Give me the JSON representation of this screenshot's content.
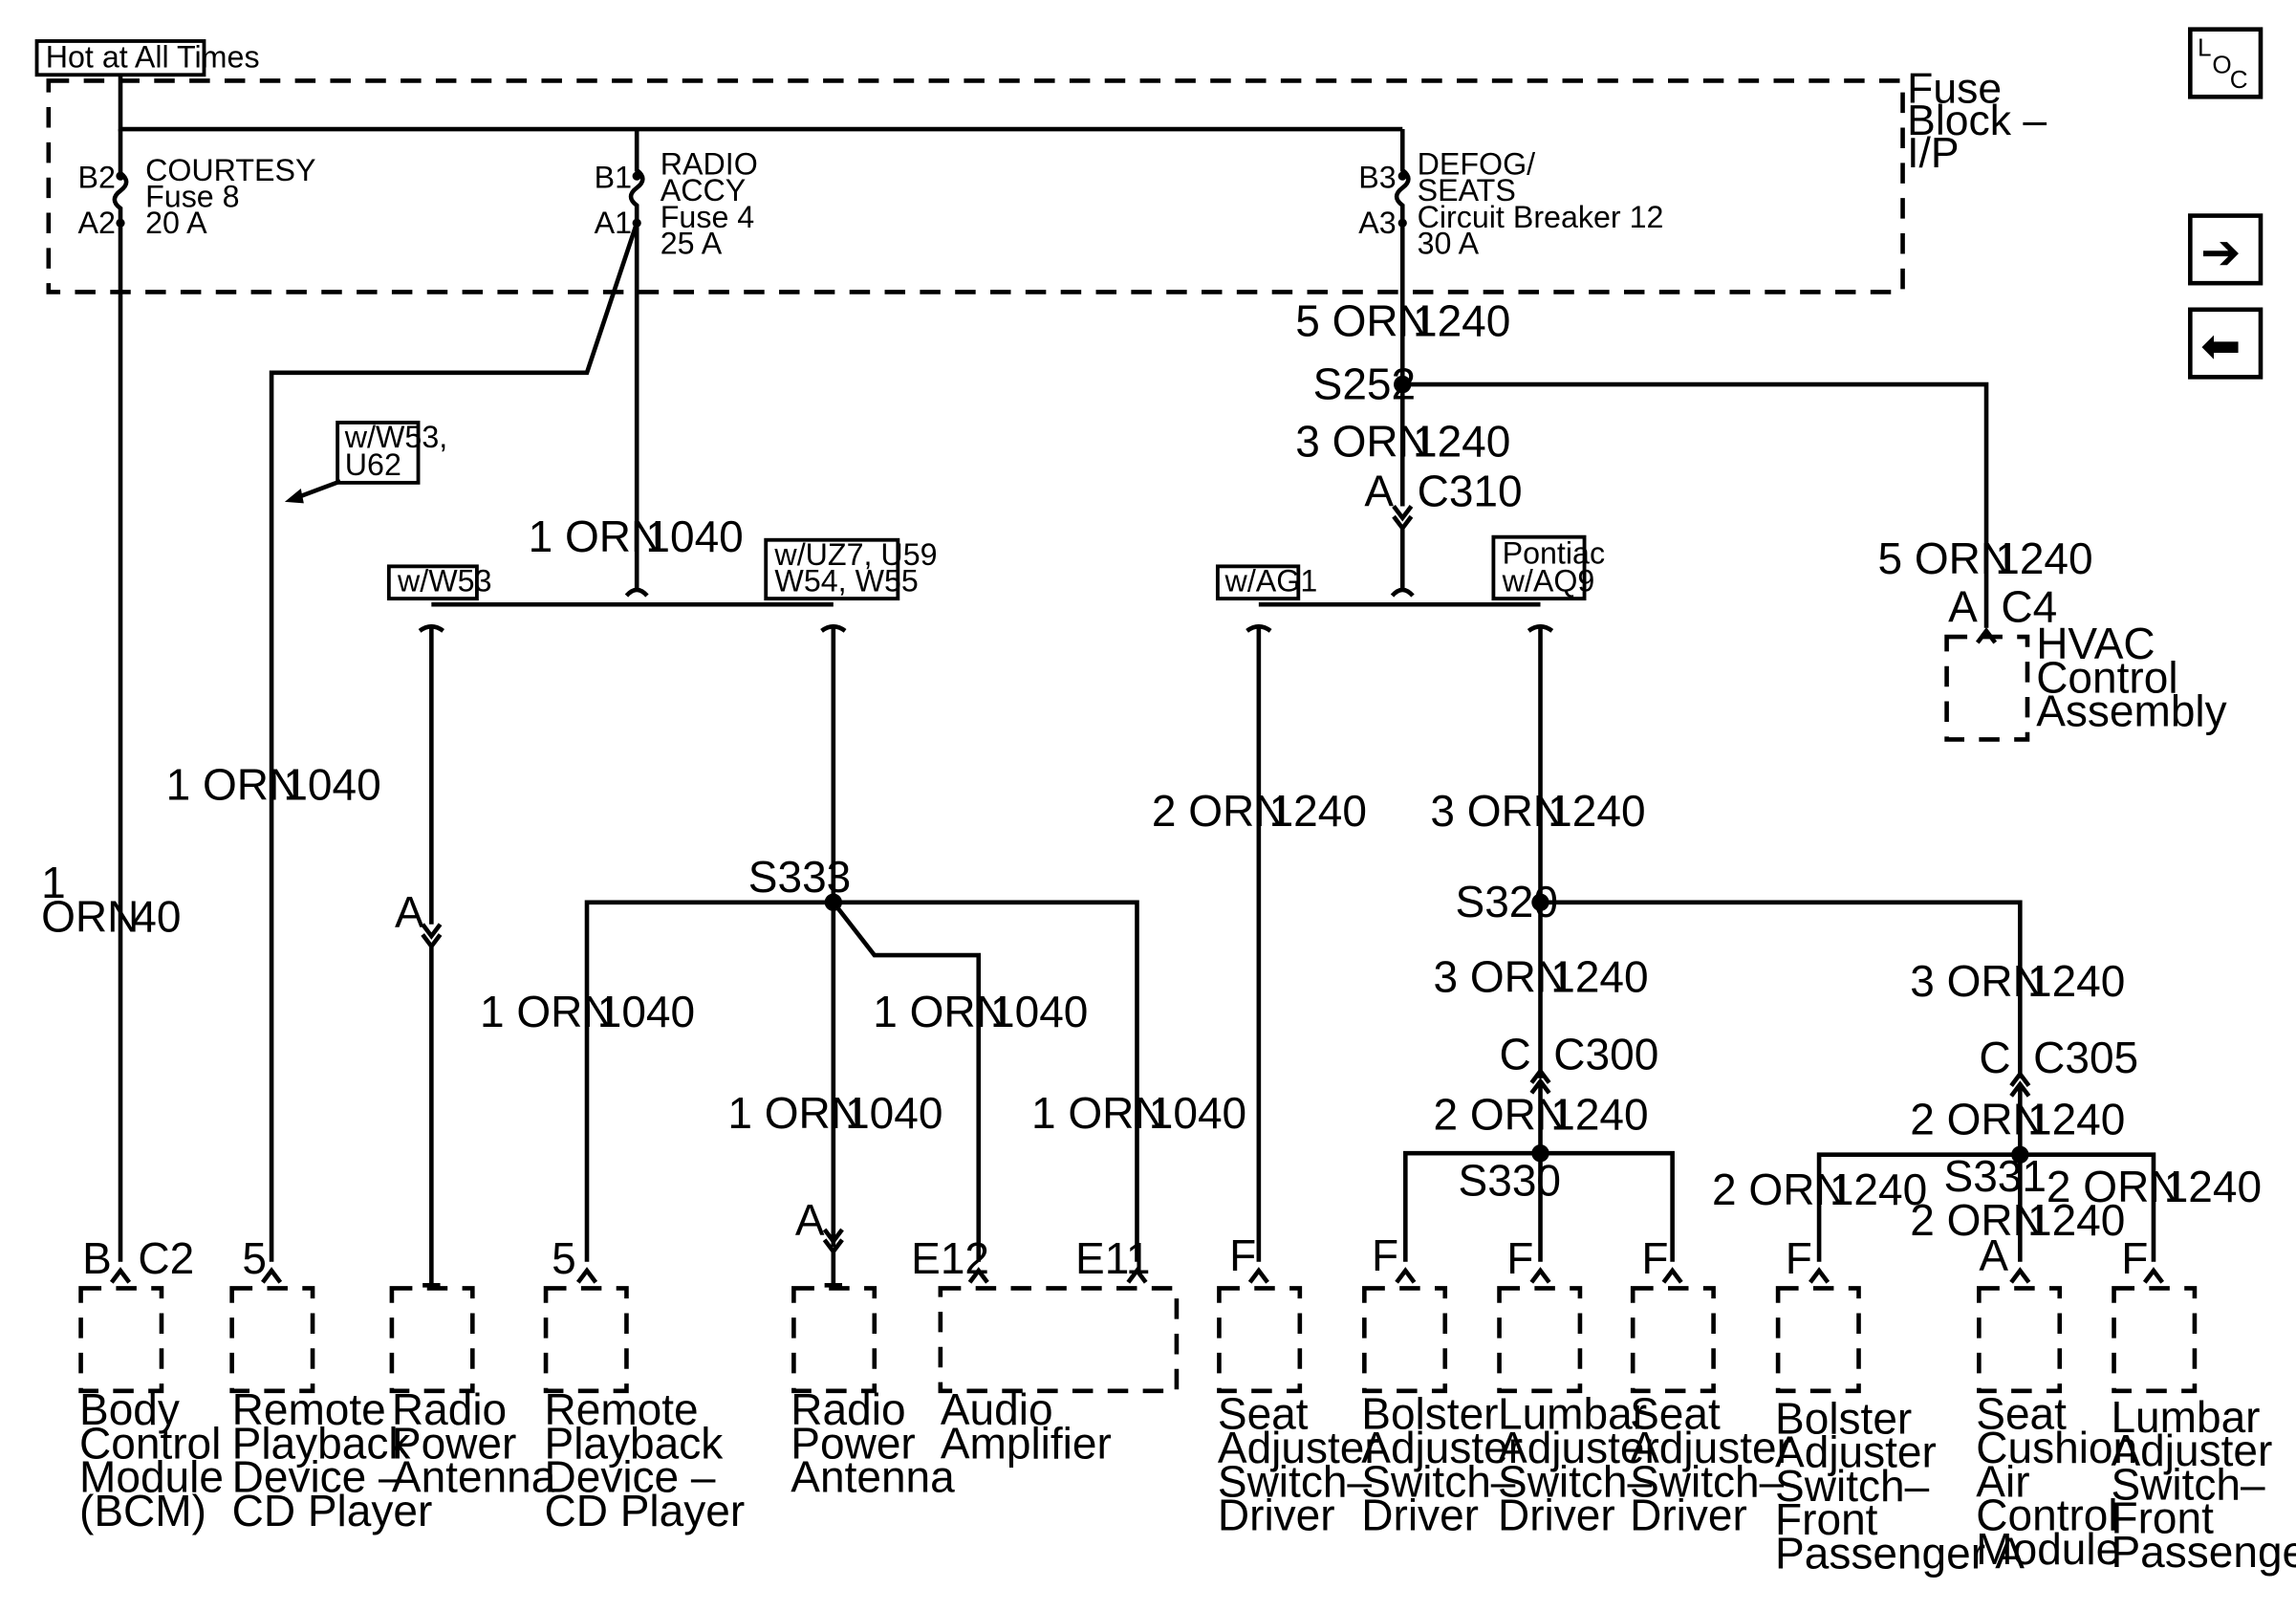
{
  "header": {
    "hot_at_all_times": "Hot at All Times"
  },
  "fuse_block": {
    "label_line1": "Fuse",
    "label_line2": "Block –",
    "label_line3": "I/P"
  },
  "fuses": {
    "courtesy": {
      "top_pin": "B2",
      "bottom_pin": "A2",
      "name": "COURTESY",
      "fuse": "Fuse 8",
      "rating": "20 A"
    },
    "radio": {
      "top_pin": "B1",
      "bottom_pin": "A1",
      "name_line1": "RADIO",
      "name_line2": "ACCY",
      "fuse": "Fuse 4",
      "rating": "25 A"
    },
    "defog": {
      "top_pin": "B3",
      "bottom_pin": "A3",
      "name_line1": "DEFOG/",
      "name_line2": "SEATS",
      "fuse": "Circuit Breaker 12",
      "rating": "30 A"
    }
  },
  "nav": {
    "loc_l": "L",
    "loc_o": "O",
    "loc_c": "C",
    "forward_glyph": "➔",
    "back_glyph": "⬅"
  },
  "options": {
    "w53_u62_line1": "w/W53,",
    "w53_u62_line2": "U62",
    "w53": "w/W53",
    "uz7_line1": "w/UZ7, U59",
    "uz7_line2": "W54, W55",
    "ag1": "w/AG1",
    "pontiac_line1": "Pontiac",
    "pontiac_line2": "w/AQ9"
  },
  "wires": {
    "bcm_size": "1",
    "bcm_color": "ORN",
    "bcm_circuit": "40",
    "radio_feed": "1 ORN",
    "radio_feed_circuit": "1040",
    "cd1": "1 ORN",
    "cd1_circuit": "1040",
    "cd2": "1 ORN",
    "cd2_circuit": "1040",
    "s333_down": "1 ORN",
    "s333_down_circuit": "1040",
    "amp_e12": "1 ORN",
    "amp_e12_circuit": "1040",
    "amp_e11": "1 ORN",
    "amp_e11_circuit": "1040",
    "main": "5 ORN",
    "main_circuit": "1240",
    "s252_down": "3 ORN",
    "s252_down_circuit": "1240",
    "hvac": "5 ORN",
    "hvac_circuit": "1240",
    "driver_seat": "2 ORN",
    "driver_seat_circuit": "1240",
    "pontiac": "3 ORN",
    "pontiac_circuit": "1240",
    "s320_down": "3 ORN",
    "s320_down_circuit": "1240",
    "s320_right": "3 ORN",
    "s320_right_circuit": "1240",
    "c300_down": "2 ORN",
    "c300_down_circuit": "1240",
    "c305_down": "2 ORN",
    "c305_down_circuit": "1240",
    "bolster_front": "2 ORN",
    "bolster_front_circuit": "1240",
    "lumbar_front": "2 ORN",
    "lumbar_front_circuit": "1240",
    "cushion": "2 ORN",
    "cushion_circuit": "1240"
  },
  "splices": {
    "s252": "S252",
    "s333": "S333",
    "s320": "S320",
    "s330": "S330",
    "s331": "S331"
  },
  "connectors": {
    "c310_pin": "A",
    "c310": "C310",
    "c4_pin": "A",
    "c4": "C4",
    "c300_pin": "C",
    "c300": "C300",
    "c305_pin": "C",
    "c305": "C305",
    "antenna1_pin": "A",
    "antenna2_pin": "A"
  },
  "components": {
    "bcm": {
      "pin": "B",
      "connector": "C2",
      "line1": "Body",
      "line2": "Control",
      "line3": "Module",
      "line4": "(BCM)"
    },
    "cd1": {
      "pin": "5",
      "line1": "Remote",
      "line2": "Playback",
      "line3": "Device –",
      "line4": "CD Player"
    },
    "antenna1": {
      "line1": "Radio",
      "line2": "Power",
      "line3": "Antenna"
    },
    "cd2": {
      "pin": "5",
      "line1": "Remote",
      "line2": "Playback",
      "line3": "Device –",
      "line4": "CD Player"
    },
    "antenna2": {
      "line1": "Radio",
      "line2": "Power",
      "line3": "Antenna"
    },
    "amp": {
      "pin1": "E12",
      "pin2": "E11",
      "line1": "Audio",
      "line2": "Amplifier"
    },
    "seat_driver": {
      "pin": "F",
      "line1": "Seat",
      "line2": "Adjuster",
      "line3": "Switch–",
      "line4": "Driver"
    },
    "bolster_driver": {
      "pin": "F",
      "line1": "Bolster",
      "line2": "Adjuster",
      "line3": "Switch–",
      "line4": "Driver"
    },
    "lumbar_driver": {
      "pin": "F",
      "line1": "Lumbar",
      "line2": "Adjuster",
      "line3": "Switch–",
      "line4": "Driver"
    },
    "seat_driver2": {
      "pin": "F",
      "line1": "Seat",
      "line2": "Adjuster",
      "line3": "Switch–",
      "line4": "Driver"
    },
    "bolster_front": {
      "pin": "F",
      "line1": "Bolster",
      "line2": "Adjuster",
      "line3": "Switch–",
      "line4": "Front",
      "line5": "Passenger A"
    },
    "cushion": {
      "pin": "A",
      "line1": "Seat",
      "line2": "Cushion",
      "line3": "Air",
      "line4": "Control",
      "line5": "Module"
    },
    "lumbar_front": {
      "pin": "F",
      "line1": "Lumbar",
      "line2": "Adjuster",
      "line3": "Switch–",
      "line4": "Front",
      "line5": "Passenger"
    },
    "hvac": {
      "line1": "HVAC",
      "line2": "Control",
      "line3": "Assembly"
    }
  }
}
